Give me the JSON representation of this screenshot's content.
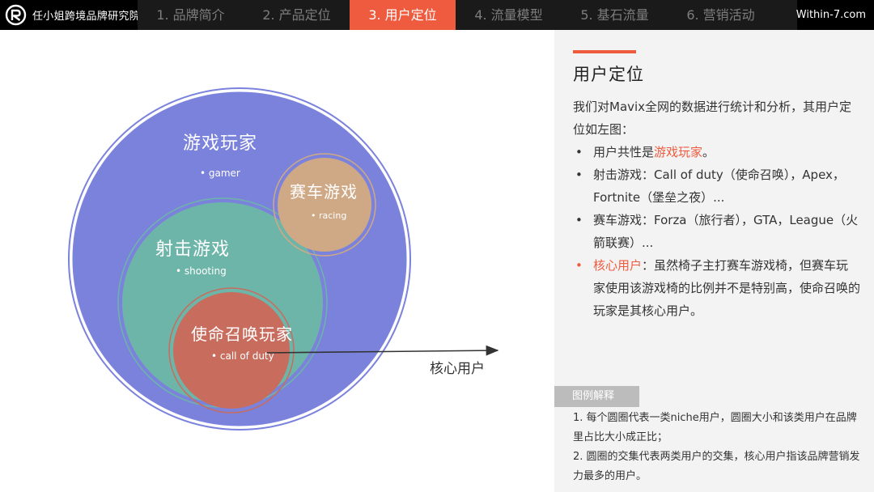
{
  "brand": {
    "name": "任小姐跨境品牌研究院",
    "logo": "brand-logo-icon"
  },
  "nav": {
    "tabs": [
      {
        "label": "1. 品牌简介",
        "active": false
      },
      {
        "label": "2. 产品定位",
        "active": false
      },
      {
        "label": "3. 用户定位",
        "active": true
      },
      {
        "label": "4. 流量模型",
        "active": false
      },
      {
        "label": "5. 基石流量",
        "active": false
      },
      {
        "label": "6. 营销活动",
        "active": false
      }
    ],
    "site": "Within-7.com"
  },
  "diagram": {
    "outer": {
      "title": "游戏玩家",
      "tag": "• gamer"
    },
    "racing": {
      "title": "赛车游戏",
      "tag": "• racing"
    },
    "shooting": {
      "title": "射击游戏",
      "tag": "• shooting"
    },
    "cod": {
      "title": "使命召唤玩家",
      "tag": "• call of duty"
    },
    "core_label": "核心用户",
    "colors": {
      "outer": "#7a82dc",
      "shooting": "#6db5a8",
      "racing": "#cfa985",
      "cod": "#c86c5e",
      "accent": "#ee5b3f"
    }
  },
  "panel": {
    "title": "用户定位",
    "intro": "我们对Mavix全网的数据进行统计和分析，其用户定位如左图：",
    "bullets": {
      "b1": {
        "text": "用户共性是",
        "highlight": "游戏玩家",
        "end": "。"
      },
      "b2": {
        "text": "射击游戏：Call of duty（使命召唤），Apex，Fortnite（堡垒之夜）..."
      },
      "b3": {
        "text": "赛车游戏：Forza（旅行者），GTA，League（火箭联赛）..."
      },
      "b4": {
        "highlight": "核心用户",
        "text": "：虽然椅子主打赛车游戏椅，但赛车玩家使用该游戏椅的比例并不是特别高，使命召唤的玩家是其核心用户。"
      }
    },
    "legend": {
      "title": "图例解释",
      "line1": "1. 每个圆圈代表一类niche用户，圆圈大小和该类用户在品牌里占比大小成正比；",
      "line2": "2. 圆圈的交集代表两类用户的交集，核心用户指该品牌营销发力最多的用户。"
    }
  }
}
